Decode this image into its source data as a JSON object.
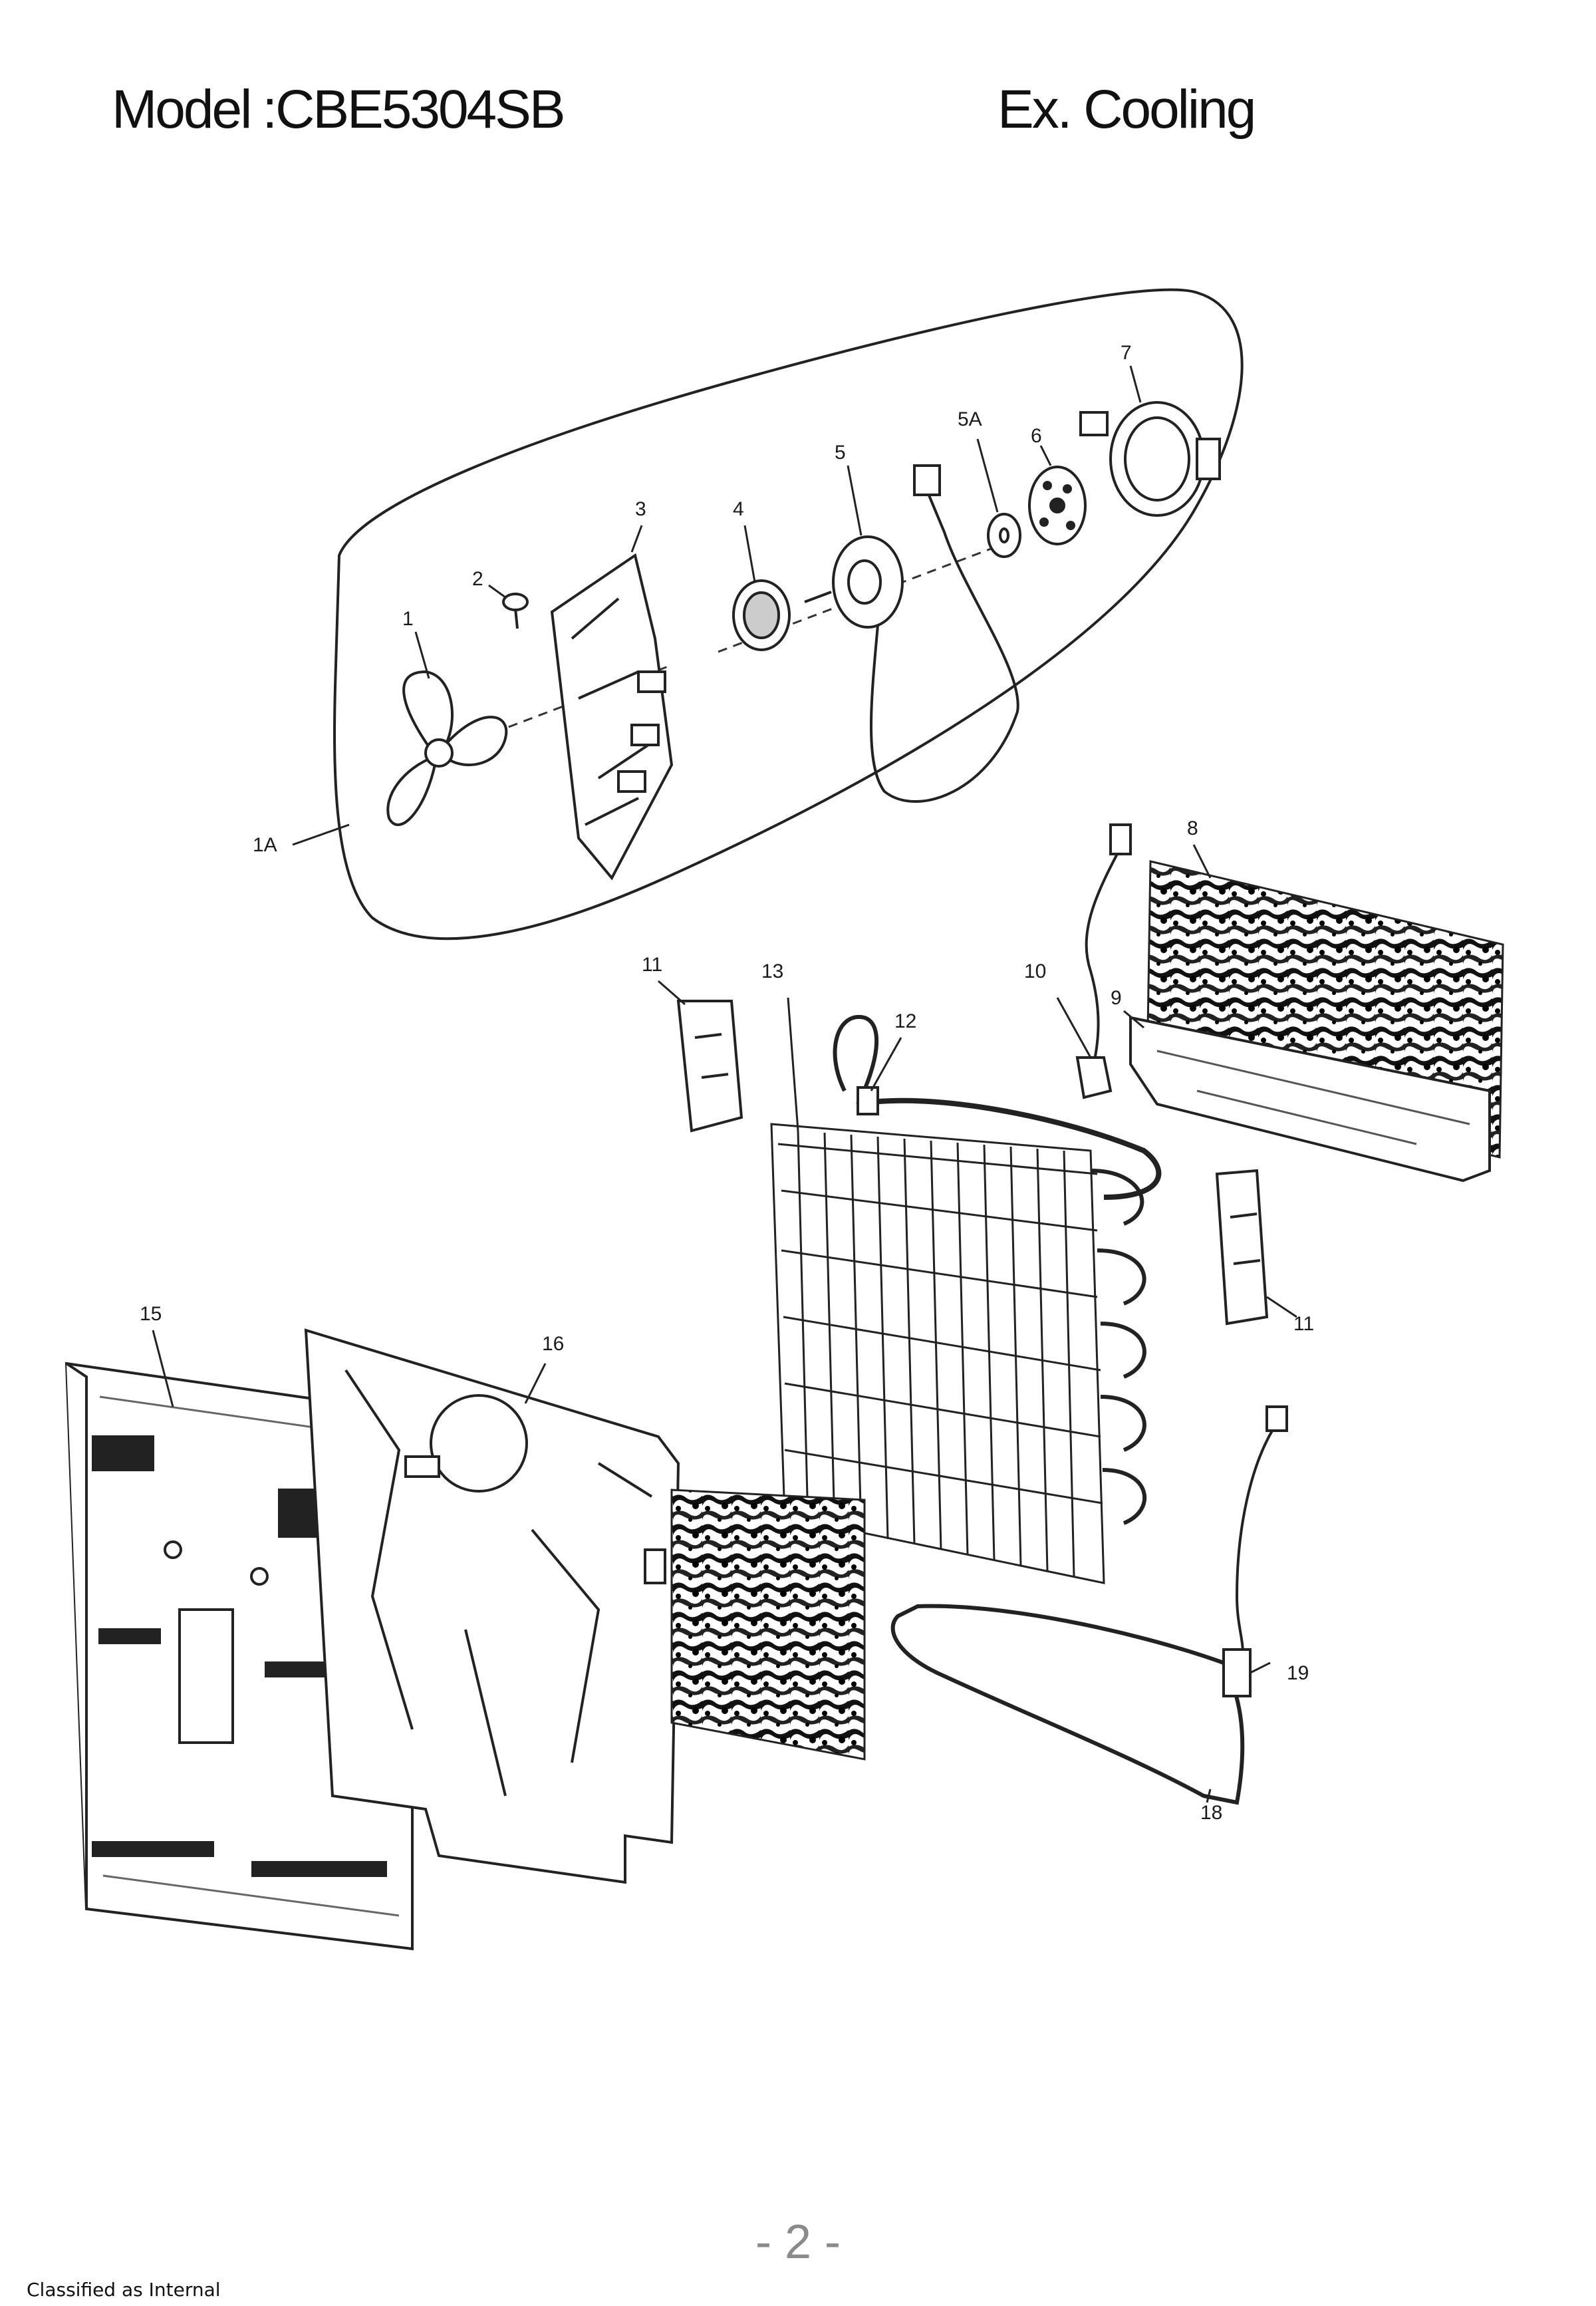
{
  "header": {
    "model_label": "Model",
    "model_sep": ":",
    "model_number": "CBE5304SB",
    "section": "Ex. Cooling"
  },
  "diagram": {
    "callouts": {
      "c1": "1",
      "c1a": "1A",
      "c2": "2",
      "c3": "3",
      "c4": "4",
      "c5": "5",
      "c5a": "5A",
      "c6": "6",
      "c7": "7",
      "c8": "8",
      "c9": "9",
      "c10": "10",
      "c11a": "11",
      "c11b": "11",
      "c12": "12",
      "c13": "13",
      "c15": "15",
      "c16": "16",
      "c18": "18",
      "c19": "19"
    }
  },
  "footer": {
    "page_number": "- 2 -",
    "classification": "Classified as Internal"
  }
}
